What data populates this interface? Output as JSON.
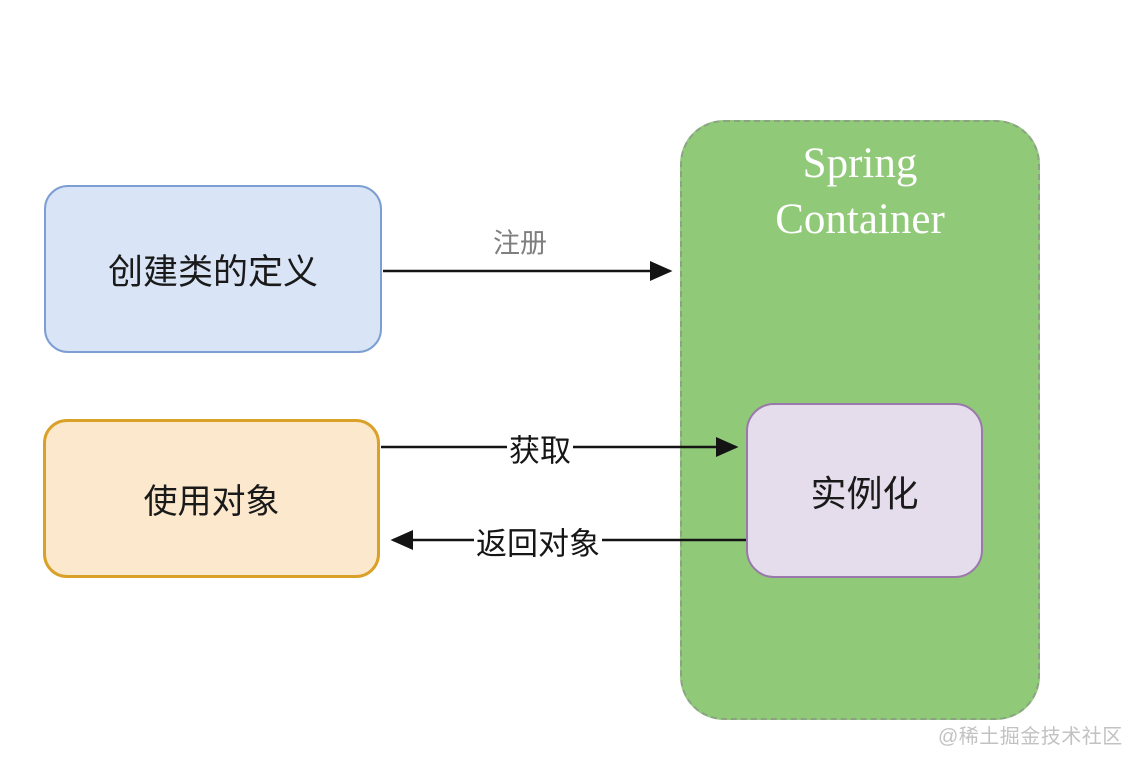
{
  "diagram": {
    "boxes": {
      "class_definition": {
        "label": "创建类的定义"
      },
      "use_object": {
        "label": "使用对象"
      },
      "spring_container": {
        "title_line1": "Spring",
        "title_line2": "Container"
      },
      "instantiate": {
        "label": "实例化"
      }
    },
    "arrows": {
      "register": {
        "label": "注册",
        "from": "class_definition",
        "to": "spring_container"
      },
      "get": {
        "label": "获取",
        "from": "use_object",
        "to": "instantiate"
      },
      "return_object": {
        "label": "返回对象",
        "from": "instantiate",
        "to": "use_object"
      }
    },
    "watermark": "@稀土掘金技术社区",
    "colors": {
      "blue_fill": "#d9e5f7",
      "blue_border": "#7d9ed3",
      "orange_fill": "#fce9cd",
      "orange_border": "#d9a128",
      "green_fill": "#90c978",
      "green_border": "#8ba283",
      "purple_fill": "#e5dcec",
      "purple_border": "#9a78ab",
      "arrow": "#141414",
      "register_label": "#7f7f7f",
      "watermark": "#c2c2c2"
    }
  }
}
